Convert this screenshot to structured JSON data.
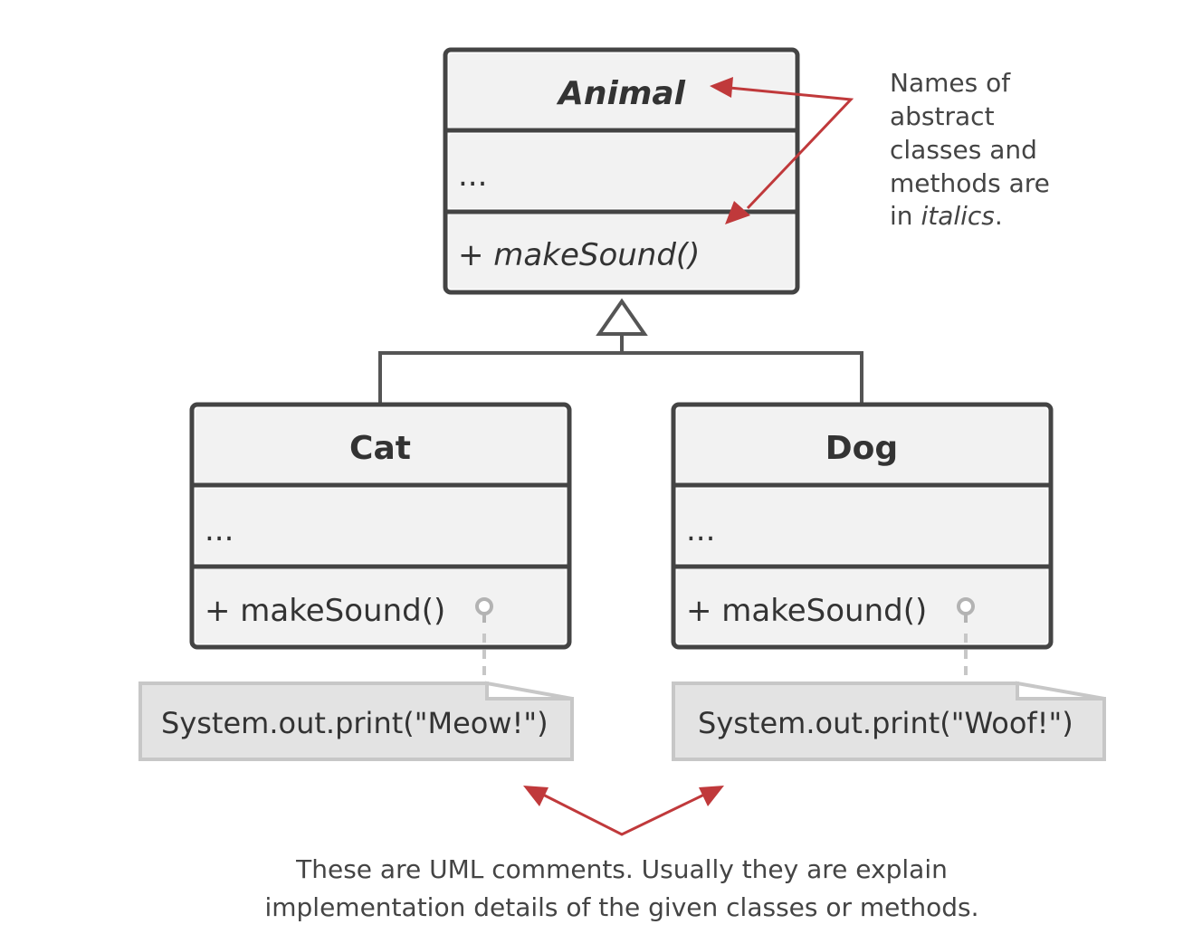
{
  "classes": {
    "animal": {
      "name": "Animal",
      "fields": "...",
      "method": "+ makeSound()"
    },
    "cat": {
      "name": "Cat",
      "fields": "...",
      "method": "+ makeSound()"
    },
    "dog": {
      "name": "Dog",
      "fields": "...",
      "method": "+ makeSound()"
    }
  },
  "comments": {
    "cat": "System.out.print(\"Meow!\")",
    "dog": "System.out.print(\"Woof!\")"
  },
  "annotations": {
    "abstract_note": {
      "line1": "Names of",
      "line2": "abstract",
      "line3": "classes and",
      "line4": "methods are",
      "line5_prefix": "in ",
      "line5_italic": "italics",
      "line5_suffix": "."
    },
    "uml_comments_note": {
      "line1": "These are UML comments. Usually they are explain",
      "line2": "implementation details of the given classes or methods."
    }
  },
  "colors": {
    "accent": "#c0393b",
    "box_stroke": "#444444",
    "compartment_fill": "#f2f2f2",
    "note_fill": "#e3e3e3"
  }
}
